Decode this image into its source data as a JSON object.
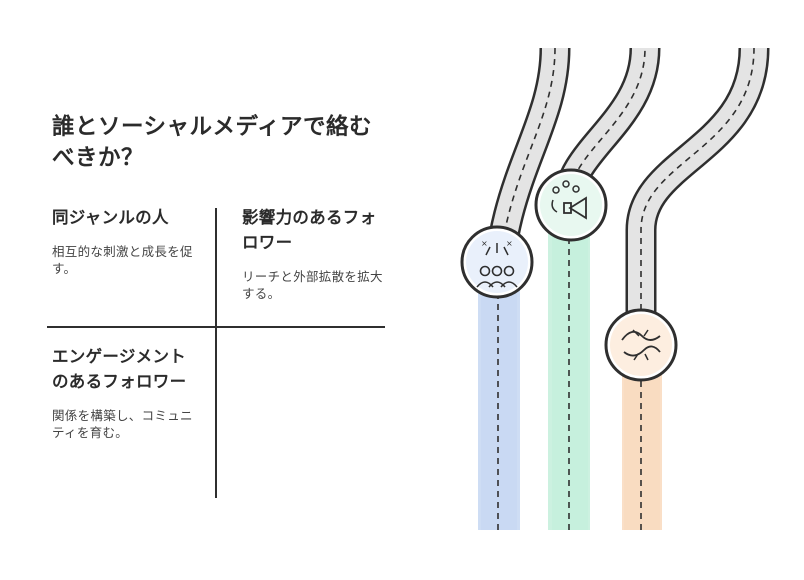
{
  "title": "誰とソーシャルメディアで絡むべきか？",
  "quadrants": [
    {
      "heading": "同ジャンルの人",
      "description": "相互的な刺激と成長を促す。"
    },
    {
      "heading": "影響力のあるフォロワー",
      "description": "リーチと外部拡散を拡大する。"
    },
    {
      "heading": "エンゲージメントのあるフォロワー",
      "description": "関係を構築し、コミュニティを育む。"
    }
  ],
  "roads": [
    {
      "icon": "audience-icon",
      "color": "#c9d9f3"
    },
    {
      "icon": "megaphone-icon",
      "color": "#c6f0dd"
    },
    {
      "icon": "handshake-icon",
      "color": "#f9dcc1"
    }
  ]
}
